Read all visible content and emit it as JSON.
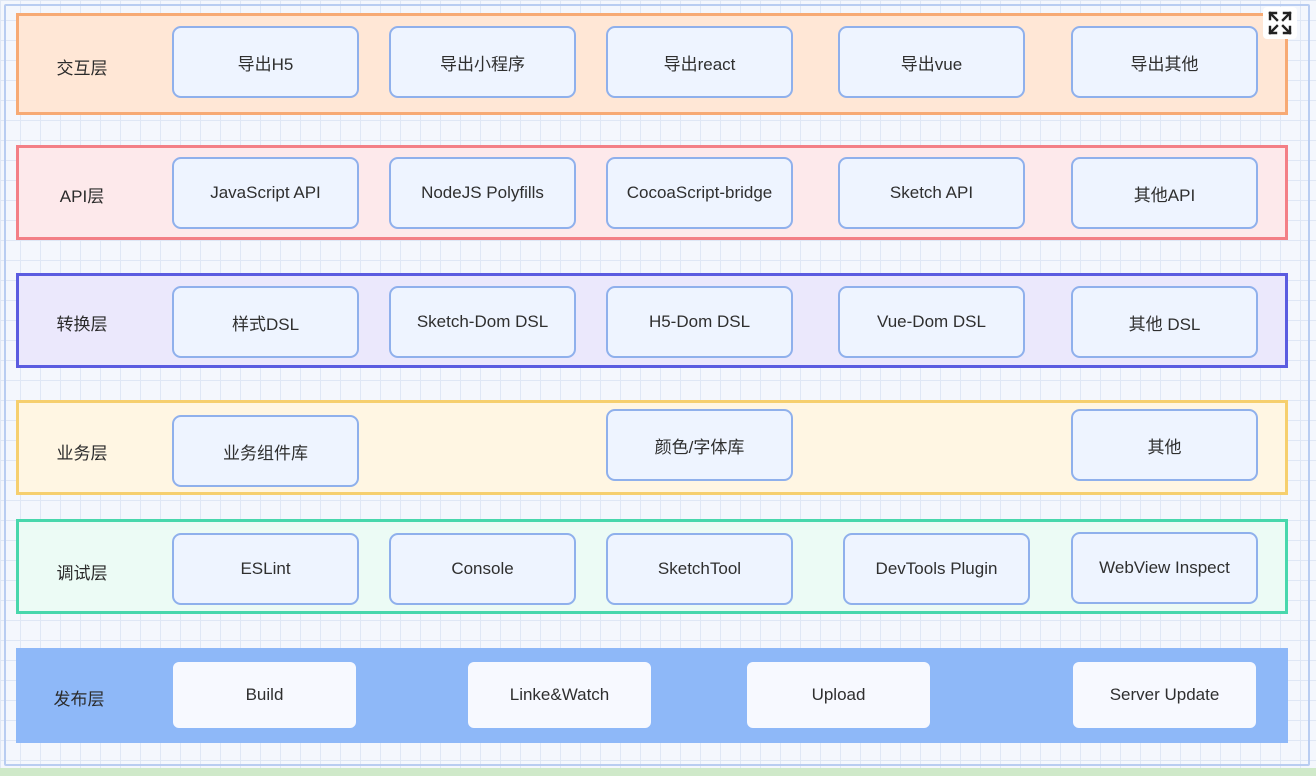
{
  "layers": [
    {
      "label": "交互层",
      "items": [
        "导出H5",
        "导出小程序",
        "导出react",
        "导出vue",
        "导出其他"
      ]
    },
    {
      "label": "API层",
      "items": [
        "JavaScript API",
        "NodeJS Polyfills",
        "CocoaScript-bridge",
        "Sketch API",
        "其他API"
      ]
    },
    {
      "label": "转换层",
      "items": [
        "样式DSL",
        "Sketch-Dom DSL",
        "H5-Dom DSL",
        "Vue-Dom DSL",
        "其他 DSL"
      ]
    },
    {
      "label": "业务层",
      "items": [
        "业务组件库",
        "颜色/字体库",
        "其他"
      ]
    },
    {
      "label": "调试层",
      "items": [
        "ESLint",
        "Console",
        "SketchTool",
        "DevTools Plugin",
        "WebView Inspect"
      ]
    },
    {
      "label": "发布层",
      "items": [
        "Build",
        "Linke&Watch",
        "Upload",
        "Server Update"
      ]
    }
  ],
  "colors": {
    "interaction_layer": "#f7aa74",
    "api_layer": "#f37f86",
    "conversion_layer": "#5b5ce0",
    "business_layer": "#f6cf6e",
    "debug_layer": "#48d7ac",
    "release_layer": "#8eb8f8",
    "box_border": "#8fb0ec"
  },
  "icons": {
    "fullscreen": "expand-icon"
  }
}
